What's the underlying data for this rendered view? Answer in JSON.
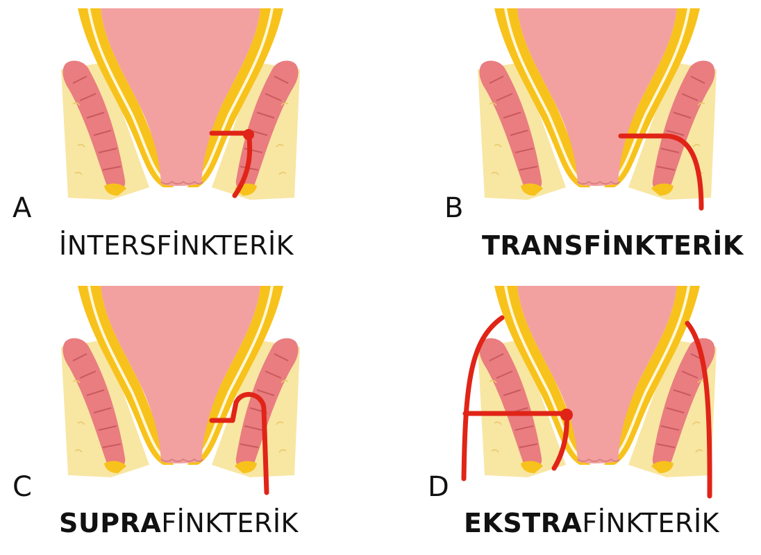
{
  "panels": [
    {
      "letter": "A",
      "label_bold": "",
      "label_regular": "İNTERSFİNKTERİK"
    },
    {
      "letter": "B",
      "label_bold": "TRANSFİNKTERİK",
      "label_regular": ""
    },
    {
      "letter": "C",
      "label_bold": "SUPRA",
      "label_regular": "FİNKTERİK"
    },
    {
      "letter": "D",
      "label_bold": "EKSTRA",
      "label_regular": "FİNKTERİK"
    }
  ],
  "colors": {
    "rectum": "#f2a1a0",
    "rectum_edge": "#d97f7e",
    "fat": "#f8e6a3",
    "fat_edge": "#e8c96a",
    "internal_sphincter": "#f7c21b",
    "external_muscle": "#e97d80",
    "muscle_stripe": "#c9595d",
    "fistula": "#e02417",
    "mucosa_white": "#ffffff"
  }
}
